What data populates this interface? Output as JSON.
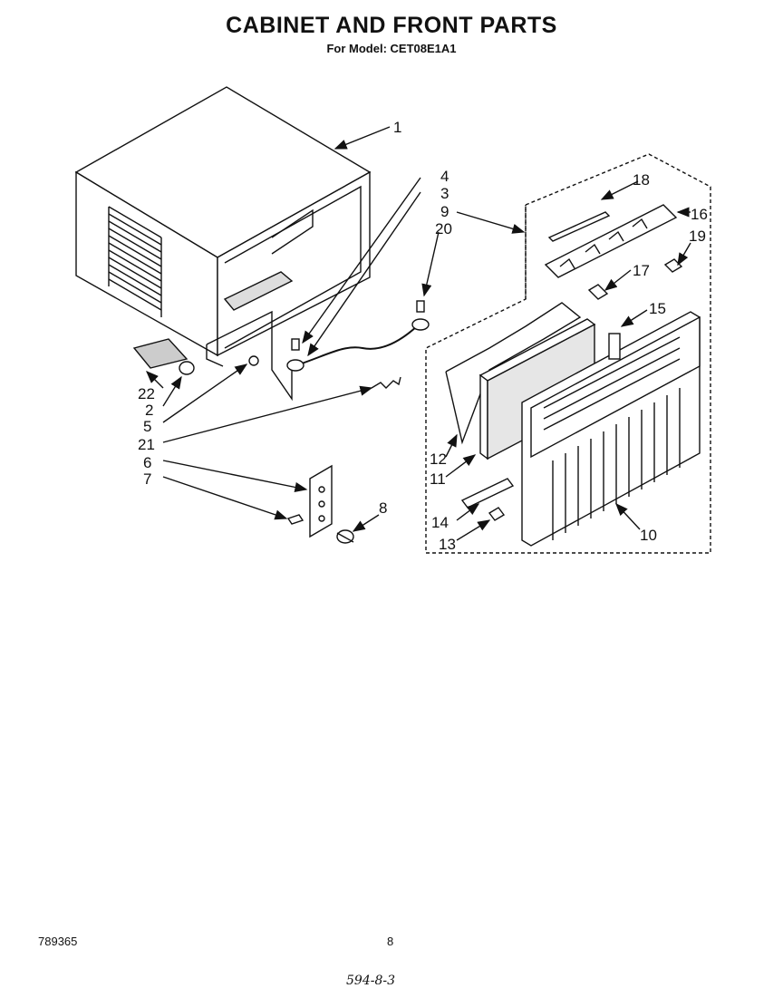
{
  "header": {
    "title": "CABINET AND FRONT PARTS",
    "subtitle": "For Model: CET08E1A1"
  },
  "footer": {
    "doc_number": "789365",
    "page_number": "8",
    "handwritten_note": "594-8-3"
  },
  "callouts": {
    "c1": "1",
    "c2": "2",
    "c3": "3",
    "c4": "4",
    "c5": "5",
    "c6": "6",
    "c7": "7",
    "c8": "8",
    "c9": "9",
    "c10": "10",
    "c11": "11",
    "c12": "12",
    "c13": "13",
    "c14": "14",
    "c15": "15",
    "c16": "16",
    "c17": "17",
    "c18": "18",
    "c19": "19",
    "c20": "20",
    "c21": "21",
    "c22": "22"
  }
}
